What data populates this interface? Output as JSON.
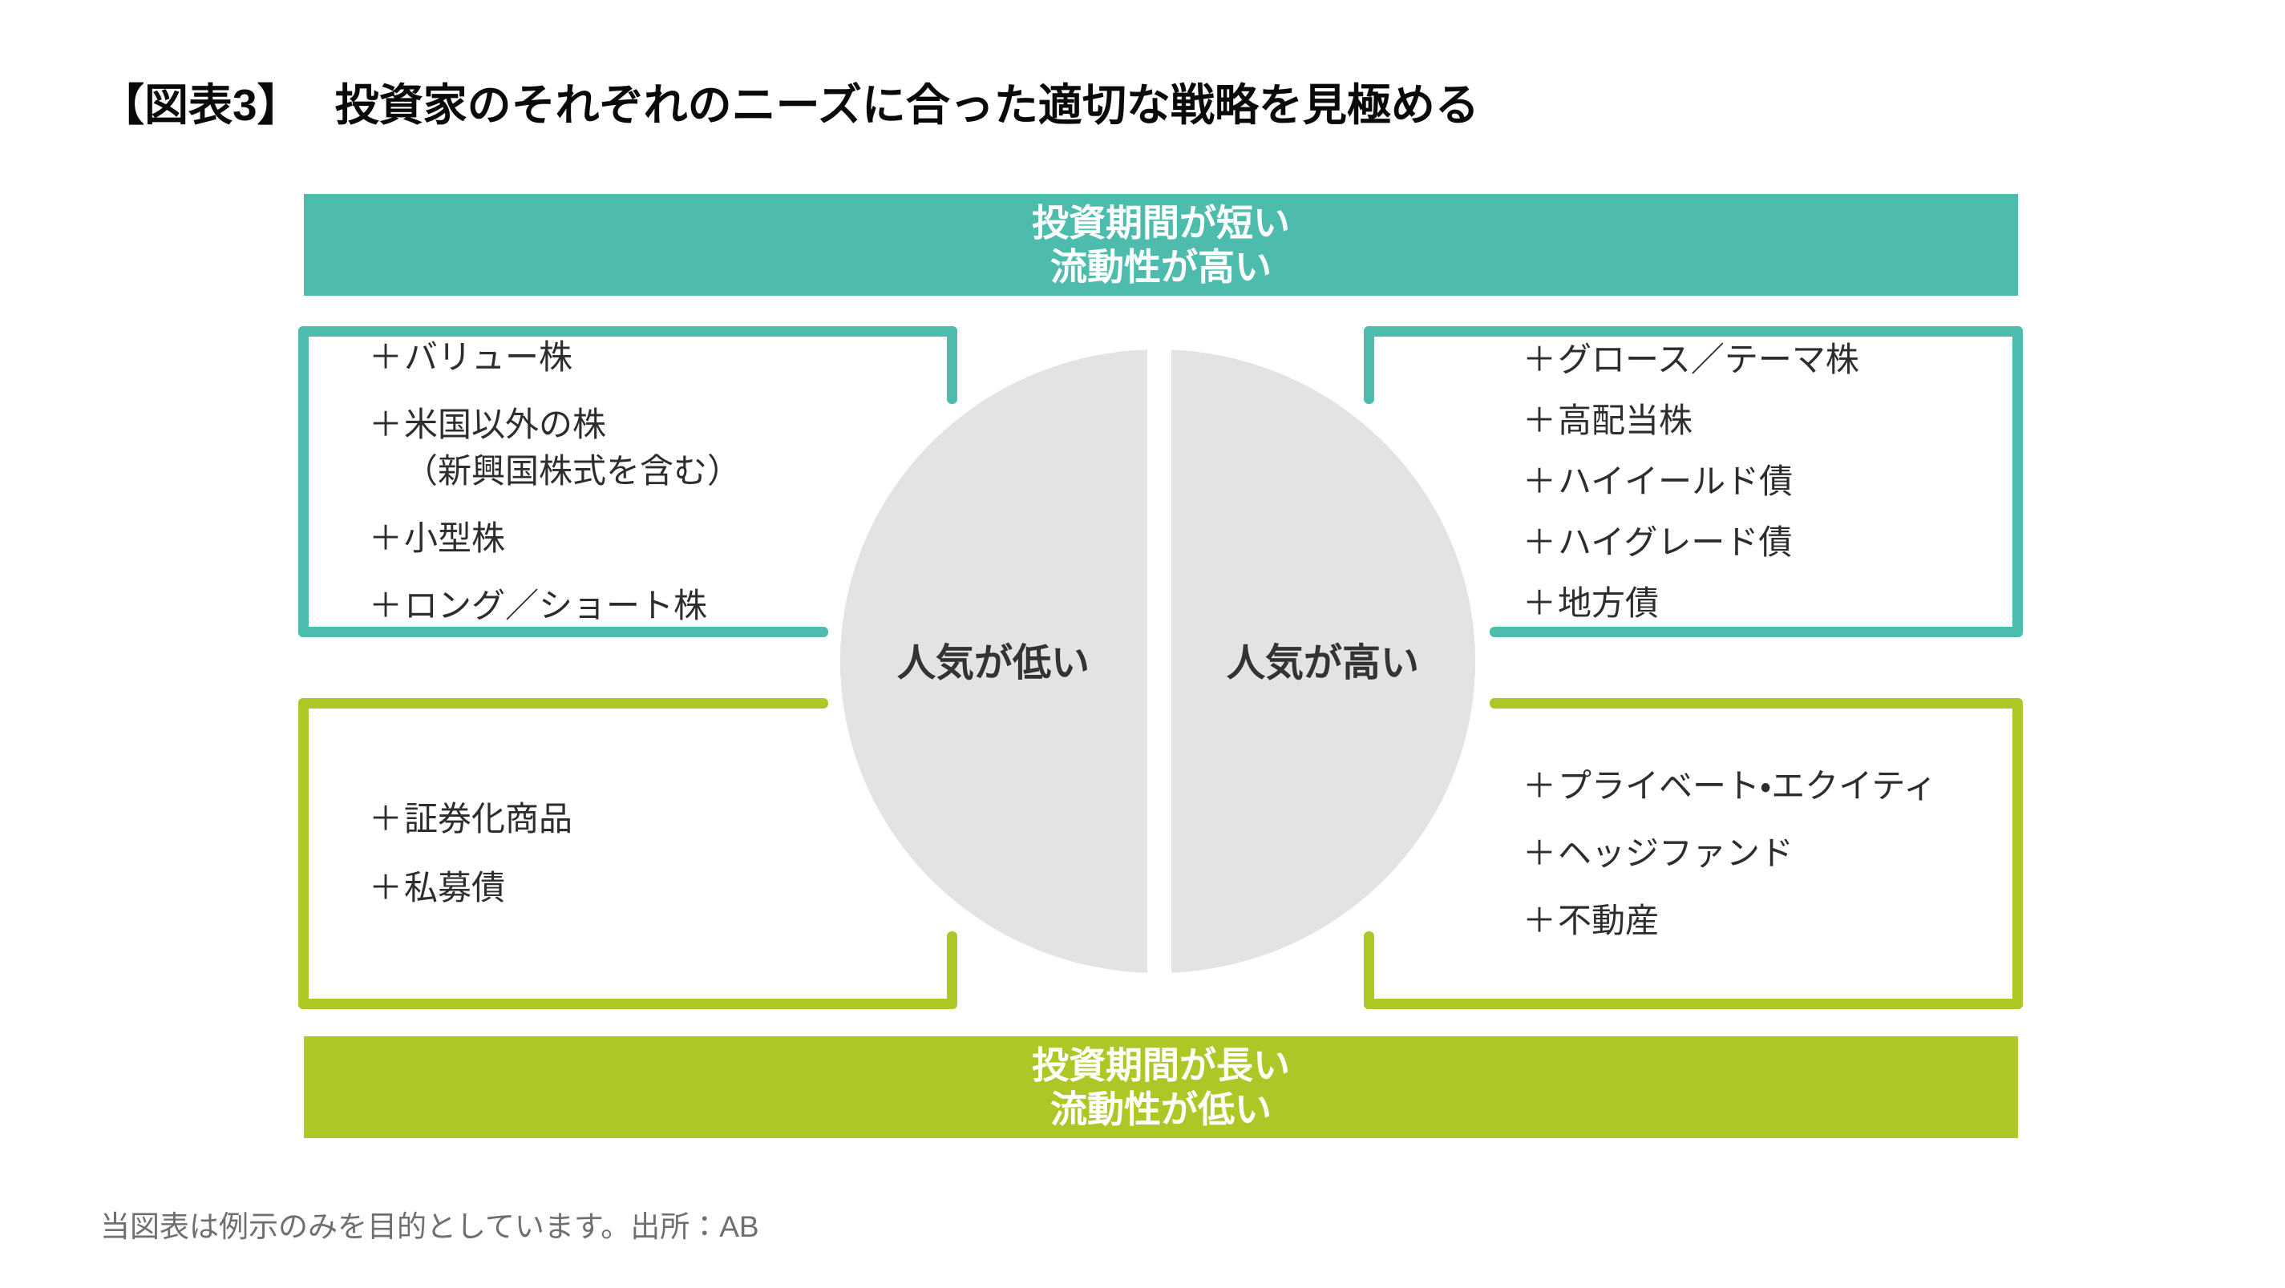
{
  "title": {
    "prefix": "【図表3】",
    "text": "投資家のそれぞれのニーズに合った適切な戦略を見極める"
  },
  "colors": {
    "teal": "#4dbcac",
    "green": "#afc627",
    "circle_gray": "#e3e3e3"
  },
  "banners": {
    "top": {
      "line1": "投資期間が短い",
      "line2": "流動性が高い"
    },
    "bottom": {
      "line1": "投資期間が長い",
      "line2": "流動性が低い"
    }
  },
  "center": {
    "left_label": "人気が低い",
    "right_label": "人気が高い"
  },
  "quadrants": {
    "top_left": {
      "items": [
        {
          "plus": "＋",
          "label": "バリュー株"
        },
        {
          "plus": "＋",
          "label": "米国以外の株",
          "sub": "（新興国株式を含む）"
        },
        {
          "plus": "＋",
          "label": "小型株"
        },
        {
          "plus": "＋",
          "label": "ロング／ショート株"
        }
      ]
    },
    "top_right": {
      "items": [
        {
          "plus": "＋",
          "label": "グロース／テーマ株"
        },
        {
          "plus": "＋",
          "label": "高配当株"
        },
        {
          "plus": "＋",
          "label": "ハイイールド債"
        },
        {
          "plus": "＋",
          "label": "ハイグレード債"
        },
        {
          "plus": "＋",
          "label": "地方債"
        }
      ]
    },
    "bottom_left": {
      "items": [
        {
          "plus": "＋",
          "label": "証券化商品"
        },
        {
          "plus": "＋",
          "label": "私募債"
        }
      ]
    },
    "bottom_right": {
      "items": [
        {
          "plus": "＋",
          "label": "プライベート・エクイティ"
        },
        {
          "plus": "＋",
          "label": "ヘッジファンド"
        },
        {
          "plus": "＋",
          "label": "不動産"
        }
      ]
    }
  },
  "footer": {
    "note": "当図表は例示のみを目的としています。出所：AB"
  }
}
